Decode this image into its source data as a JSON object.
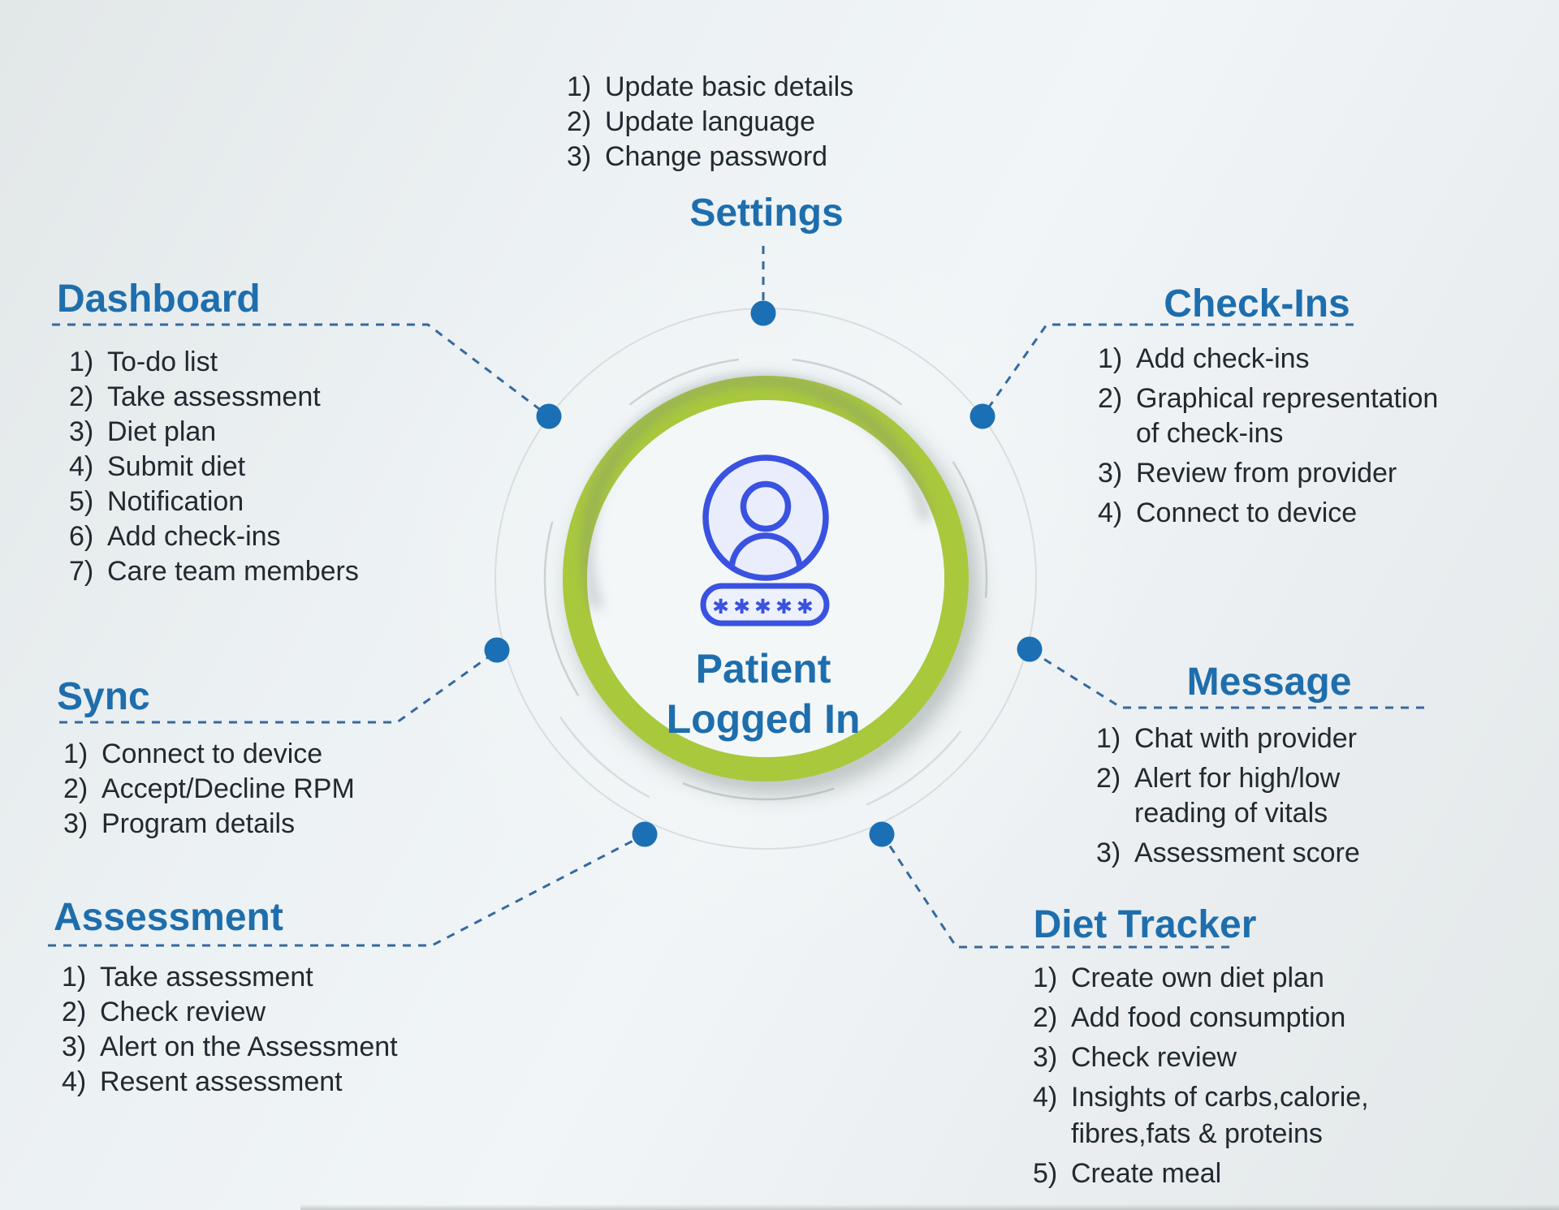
{
  "center": {
    "title_line1": "Patient",
    "title_line2": "Logged In",
    "password_mask": "✱✱✱✱✱"
  },
  "palette": {
    "heading_blue": "#1e6ead",
    "item_text": "#212a30",
    "dot_blue": "#1b6fb4",
    "dash_blue": "#35699f",
    "ring_green": "#a8c93c",
    "icon_blue": "#3a52e0",
    "icon_fill": "#eaeefc",
    "inner_circle": "#f4f7f8"
  },
  "sections": {
    "settings": {
      "title": "Settings",
      "items": [
        {
          "num": "1)",
          "text": "Update basic details"
        },
        {
          "num": "2)",
          "text": "Update language"
        },
        {
          "num": "3)",
          "text": "Change password"
        }
      ]
    },
    "dashboard": {
      "title": "Dashboard",
      "items": [
        {
          "num": "1)",
          "text": "To-do list"
        },
        {
          "num": "2)",
          "text": "Take assessment"
        },
        {
          "num": "3)",
          "text": "Diet plan"
        },
        {
          "num": "4)",
          "text": "Submit diet"
        },
        {
          "num": "5)",
          "text": "Notification"
        },
        {
          "num": "6)",
          "text": "Add check-ins"
        },
        {
          "num": "7)",
          "text": "Care team members"
        }
      ]
    },
    "checkins": {
      "title": "Check-Ins",
      "items": [
        {
          "num": "1)",
          "text": "Add check-ins"
        },
        {
          "num": "2)",
          "text": "Graphical representation\nof check-ins"
        },
        {
          "num": "3)",
          "text": "Review from provider"
        },
        {
          "num": "4)",
          "text": "Connect to device"
        }
      ]
    },
    "sync": {
      "title": "Sync",
      "items": [
        {
          "num": "1)",
          "text": "Connect to device"
        },
        {
          "num": "2)",
          "text": "Accept/Decline RPM"
        },
        {
          "num": "3)",
          "text": "Program details"
        }
      ]
    },
    "message": {
      "title": "Message",
      "items": [
        {
          "num": "1)",
          "text": "Chat with provider"
        },
        {
          "num": "2)",
          "text": "Alert for high/low\nreading of vitals"
        },
        {
          "num": "3)",
          "text": "Assessment score"
        }
      ]
    },
    "assessment": {
      "title": "Assessment",
      "items": [
        {
          "num": "1)",
          "text": "Take assessment"
        },
        {
          "num": "2)",
          "text": "Check review"
        },
        {
          "num": "3)",
          "text": "Alert on the Assessment"
        },
        {
          "num": "4)",
          "text": "Resent assessment"
        }
      ]
    },
    "diet": {
      "title": "Diet Tracker",
      "items": [
        {
          "num": "1)",
          "text": "Create own diet plan"
        },
        {
          "num": "2)",
          "text": "Add food consumption"
        },
        {
          "num": "3)",
          "text": "Check review"
        },
        {
          "num": "4)",
          "text": "Insights of carbs,calorie,\nfibres,fats & proteins"
        },
        {
          "num": "5)",
          "text": "Create meal"
        }
      ]
    }
  }
}
